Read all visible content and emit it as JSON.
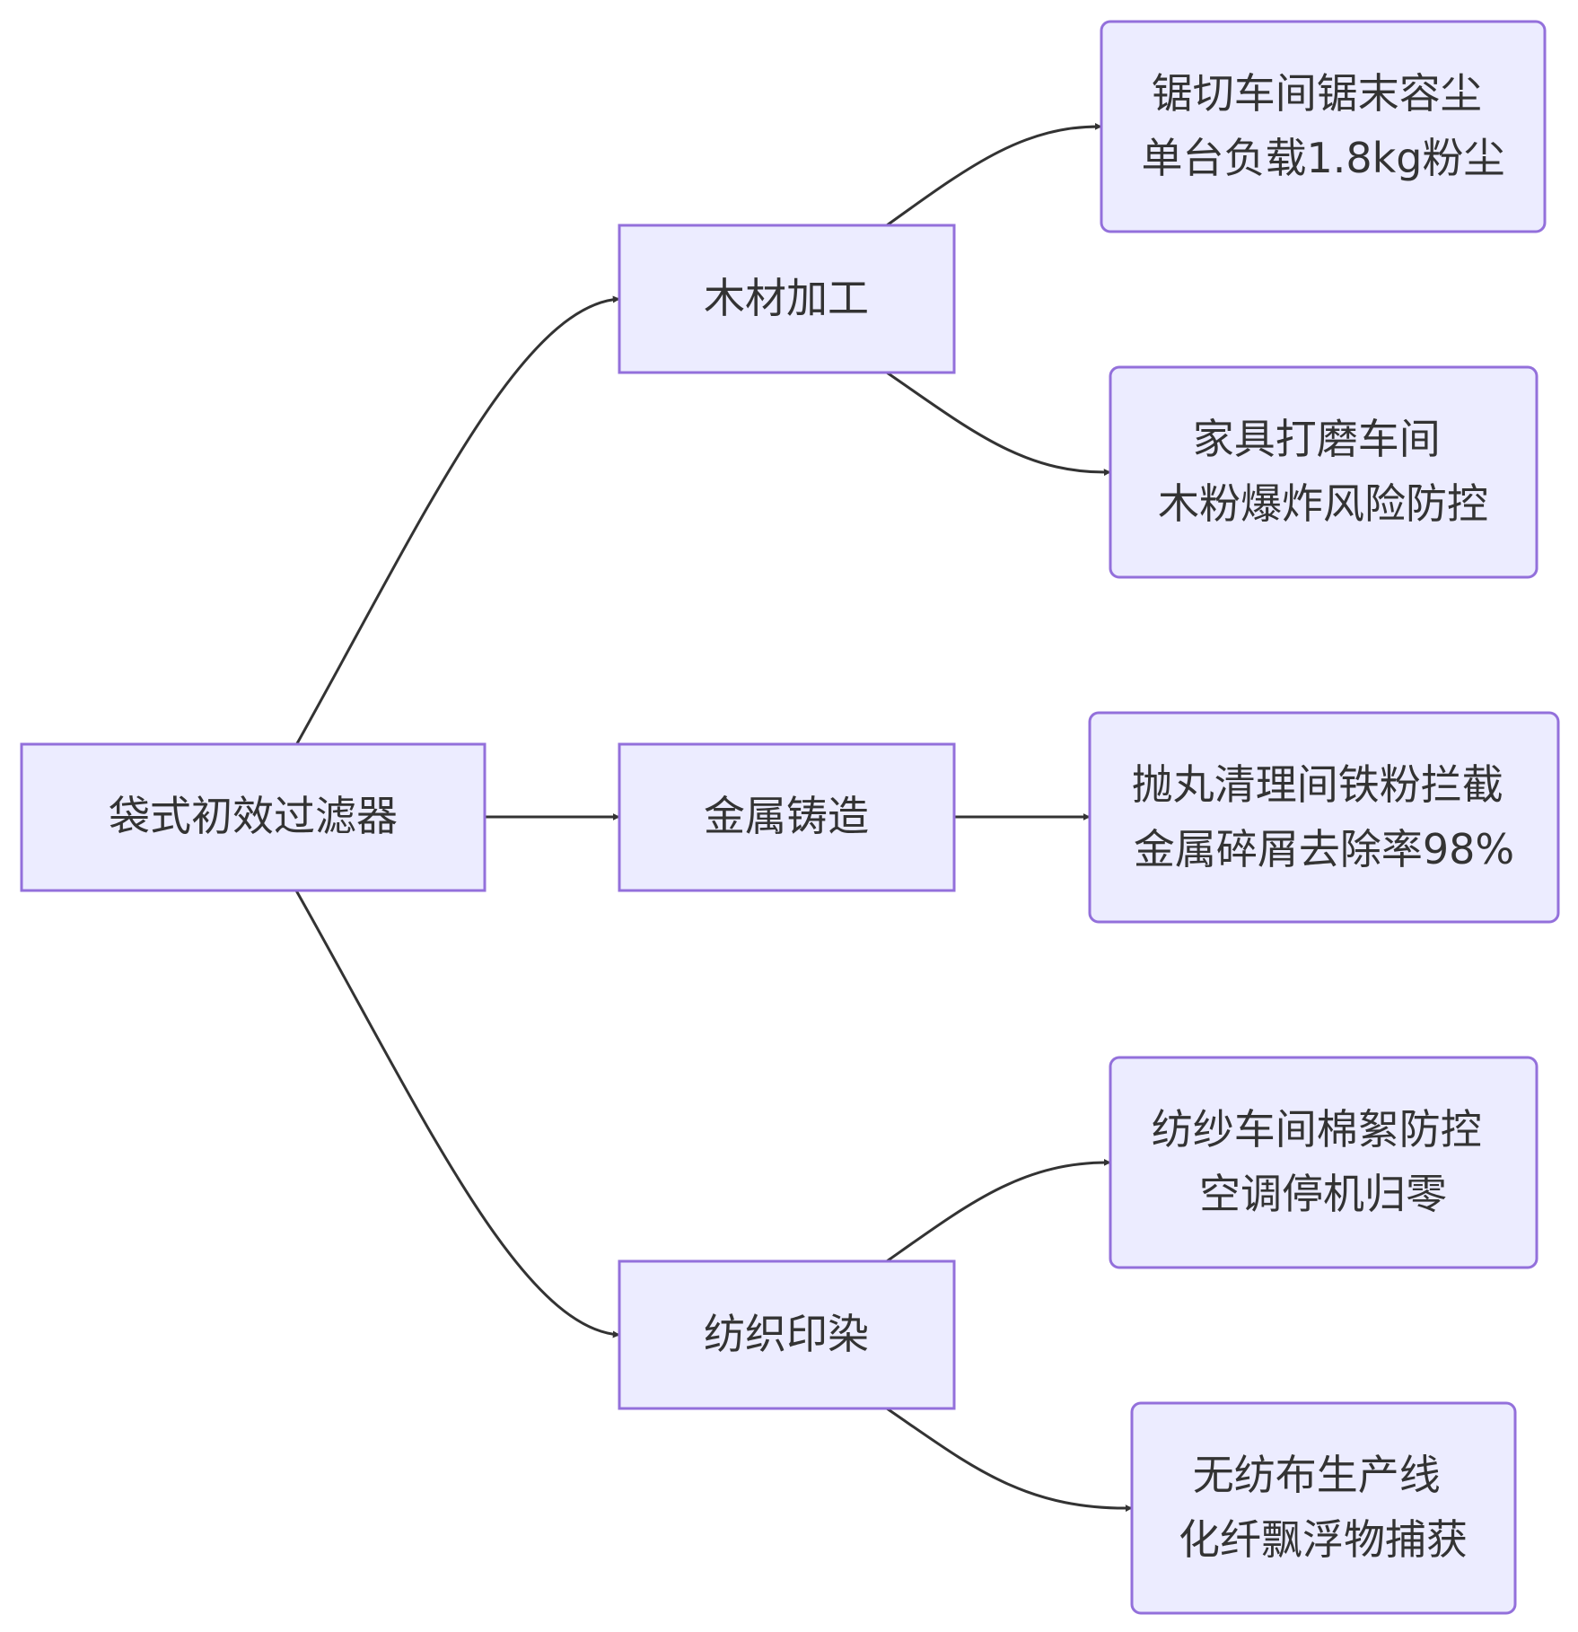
{
  "diagram": {
    "nodes": {
      "root": {
        "lines": [
          "袋式初效过滤器"
        ]
      },
      "wood": {
        "lines": [
          "木材加工"
        ]
      },
      "metal": {
        "lines": [
          "金属铸造"
        ]
      },
      "textile": {
        "lines": [
          "纺织印染"
        ]
      },
      "sawing": {
        "lines": [
          "锯切车间锯末容尘",
          "单台负载1.8kg粉尘"
        ]
      },
      "furniture": {
        "lines": [
          "家具打磨车间",
          "木粉爆炸风险防控"
        ]
      },
      "shotblast": {
        "lines": [
          "抛丸清理间铁粉拦截",
          "金属碎屑去除率98%"
        ]
      },
      "spinning": {
        "lines": [
          "纺纱车间棉絮防控",
          "空调停机归零"
        ]
      },
      "nonwoven": {
        "lines": [
          "无纺布生产线",
          "化纤飘浮物捕获"
        ]
      }
    },
    "edges": [
      {
        "from": "root",
        "to": "wood"
      },
      {
        "from": "root",
        "to": "metal"
      },
      {
        "from": "root",
        "to": "textile"
      },
      {
        "from": "wood",
        "to": "sawing"
      },
      {
        "from": "wood",
        "to": "furniture"
      },
      {
        "from": "metal",
        "to": "shotblast"
      },
      {
        "from": "textile",
        "to": "spinning"
      },
      {
        "from": "textile",
        "to": "nonwoven"
      }
    ]
  }
}
